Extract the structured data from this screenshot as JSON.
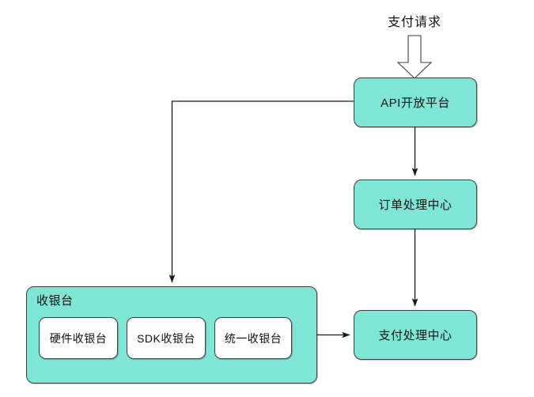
{
  "diagram": {
    "title_label": "支付请求",
    "nodes": [
      {
        "id": "api",
        "label": "API开放平台"
      },
      {
        "id": "order",
        "label": "订单处理中心"
      },
      {
        "id": "pay",
        "label": "支付处理中心"
      }
    ],
    "group": {
      "label": "收银台",
      "children": [
        {
          "id": "hardware",
          "label": "硬件收银台"
        },
        {
          "id": "sdk",
          "label": "SDK收银台"
        },
        {
          "id": "unified",
          "label": "统一收银台"
        }
      ]
    },
    "edges": [
      {
        "from": "支付请求",
        "to": "API开放平台",
        "style": "block-arrow"
      },
      {
        "from": "API开放平台",
        "to": "收银台",
        "style": "elbow"
      },
      {
        "from": "API开放平台",
        "to": "订单处理中心",
        "style": "straight"
      },
      {
        "from": "订单处理中心",
        "to": "支付处理中心",
        "style": "straight"
      },
      {
        "from": "收银台",
        "to": "支付处理中心",
        "style": "straight"
      }
    ],
    "colors": {
      "node_fill": "#7FE6D6",
      "sub_fill": "#FFFFFF",
      "stroke": "#3D3D3D",
      "background": "#FFFFFF",
      "text": "#111111"
    }
  }
}
